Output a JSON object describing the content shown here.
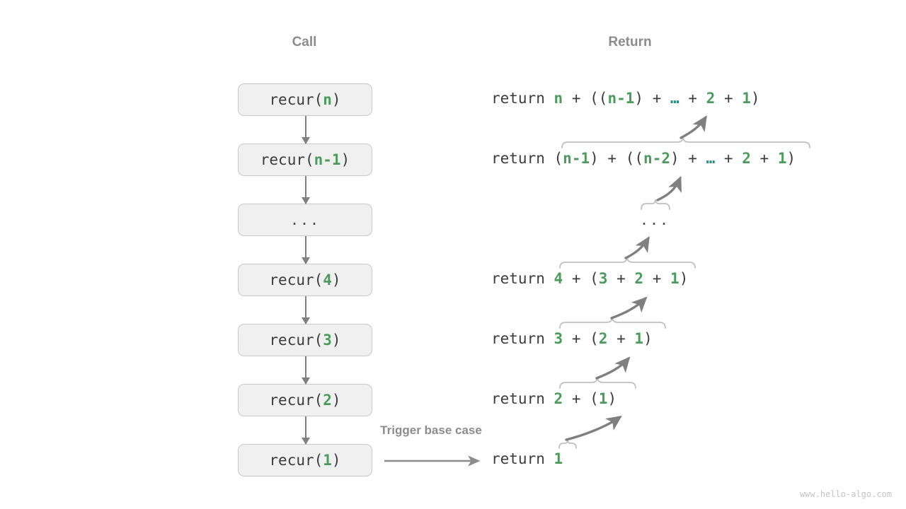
{
  "headings": {
    "call": "Call",
    "return": "Return"
  },
  "call_stack": [
    {
      "name": "recur-n",
      "prefix": "recur(",
      "arg": "n",
      "suffix": ")"
    },
    {
      "name": "recur-n-1",
      "prefix": "recur(",
      "arg": "n-1",
      "suffix": ")"
    },
    {
      "name": "recur-dots",
      "prefix": "",
      "arg": "",
      "suffix": "",
      "ellipsis": "..."
    },
    {
      "name": "recur-4",
      "prefix": "recur(",
      "arg": "4",
      "suffix": ")"
    },
    {
      "name": "recur-3",
      "prefix": "recur(",
      "arg": "3",
      "suffix": ")"
    },
    {
      "name": "recur-2",
      "prefix": "recur(",
      "arg": "2",
      "suffix": ")"
    },
    {
      "name": "recur-1",
      "prefix": "recur(",
      "arg": "1",
      "suffix": ")"
    }
  ],
  "returns": {
    "keyword": "return",
    "lines": [
      {
        "name": "return-n",
        "tokens": "n + ((n-1) + … + 2 + 1)"
      },
      {
        "name": "return-n-1",
        "tokens": "(n-1) + ((n-2) + … + 2 + 1)"
      },
      {
        "name": "return-4",
        "tokens": "4 + (3 + 2 + 1)"
      },
      {
        "name": "return-3",
        "tokens": "3 + (2 + 1)"
      },
      {
        "name": "return-2",
        "tokens": "2 + (1)"
      },
      {
        "name": "return-1",
        "tokens": "1"
      }
    ],
    "middle_ellipsis": "..."
  },
  "trigger_label": "Trigger base case",
  "watermark": "www.hello-algo.com",
  "colors": {
    "green": "#4a9b5c",
    "teal": "#2f8a80",
    "text": "#3c3c3c",
    "gray": "#8c8c8c",
    "box_fill": "#f0f0f0",
    "box_border": "#c9c9c9",
    "arrow": "#808080",
    "brace": "#c0c0c0",
    "watermark": "#c4c4c4"
  }
}
